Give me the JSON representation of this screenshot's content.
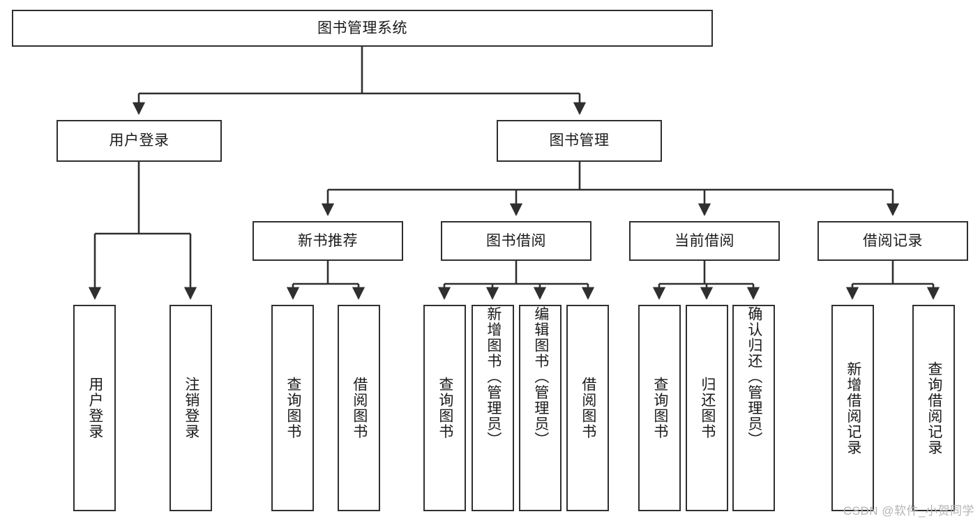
{
  "diagram": {
    "type": "tree",
    "title": "图书管理系统",
    "watermark": "CSDN @软件_小贺同学",
    "colors": {
      "stroke": "#2f2f2f",
      "fill": "#ffffff",
      "text": "#1a1a1a",
      "watermark": "#b4b4b4"
    },
    "root": {
      "label": "图书管理系统"
    },
    "level2": [
      {
        "label": "用户登录"
      },
      {
        "label": "图书管理"
      }
    ],
    "level3": [
      {
        "label": "新书推荐"
      },
      {
        "label": "图书借阅"
      },
      {
        "label": "当前借阅"
      },
      {
        "label": "借阅记录"
      }
    ],
    "leaves": {
      "user_login": [
        {
          "label": "用户登录"
        },
        {
          "label": "注销登录"
        }
      ],
      "new_book_recommend": [
        {
          "label": "查询图书"
        },
        {
          "label": "借阅图书"
        }
      ],
      "book_borrow": [
        {
          "label": "查询图书"
        },
        {
          "label": "新增图书（管理员）"
        },
        {
          "label": "编辑图书（管理员）"
        },
        {
          "label": "借阅图书"
        }
      ],
      "current_borrow": [
        {
          "label": "查询图书"
        },
        {
          "label": "归还图书"
        },
        {
          "label": "确认归还（管理员）"
        }
      ],
      "borrow_record": [
        {
          "label": "新增借阅记录"
        },
        {
          "label": "查询借阅记录"
        }
      ]
    }
  }
}
